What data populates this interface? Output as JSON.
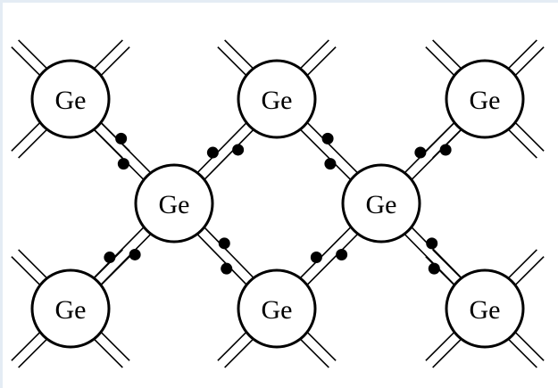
{
  "diagram": {
    "atom_label": "Ge",
    "atoms": [
      {
        "id": "a1",
        "label": "Ge"
      },
      {
        "id": "a2",
        "label": "Ge"
      },
      {
        "id": "a3",
        "label": "Ge"
      },
      {
        "id": "a4",
        "label": "Ge"
      },
      {
        "id": "a5",
        "label": "Ge"
      },
      {
        "id": "a6",
        "label": "Ge"
      },
      {
        "id": "a7",
        "label": "Ge"
      },
      {
        "id": "a8",
        "label": "Ge"
      }
    ],
    "colors": {
      "line": "#000000",
      "atom_fill": "#ffffff",
      "frame": "#e4ecf4"
    }
  }
}
